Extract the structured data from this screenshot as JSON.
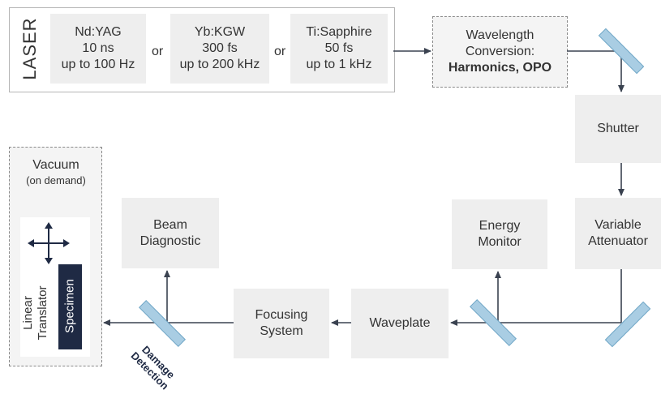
{
  "laser": {
    "label": "LASER",
    "or_1": "or",
    "or_2": "or",
    "sources": [
      {
        "name": "Nd:YAG",
        "pulse": "10 ns",
        "rate": "up to 100 Hz"
      },
      {
        "name": "Yb:KGW",
        "pulse": "300 fs",
        "rate": "up to 200 kHz"
      },
      {
        "name": "Ti:Sapphire",
        "pulse": "50 fs",
        "rate": "up to 1 kHz"
      }
    ]
  },
  "conversion": {
    "line1": "Wavelength",
    "line2": "Conversion:",
    "line3": "Harmonics, OPO"
  },
  "shutter": {
    "label": "Shutter"
  },
  "attenuator": {
    "line1": "Variable",
    "line2": "Attenuator"
  },
  "energy_monitor": {
    "line1": "Energy",
    "line2": "Monitor"
  },
  "waveplate": {
    "label": "Waveplate"
  },
  "focusing": {
    "line1": "Focusing",
    "line2": "System"
  },
  "beam_diagnostic": {
    "line1": "Beam",
    "line2": "Diagnostic"
  },
  "vacuum": {
    "title": "Vacuum",
    "subtitle": "(on demand)"
  },
  "translator": {
    "line1": "Linear",
    "line2": "Translator"
  },
  "specimen": {
    "label": "Specimen"
  },
  "damage": {
    "line1": "Damage",
    "line2": "Detection"
  },
  "colors": {
    "box": "#eeeeee",
    "mirror": "#a9cde3",
    "mirror_edge": "#6fa6c6",
    "arrow": "#3a4250",
    "specimen": "#1f2a44"
  }
}
